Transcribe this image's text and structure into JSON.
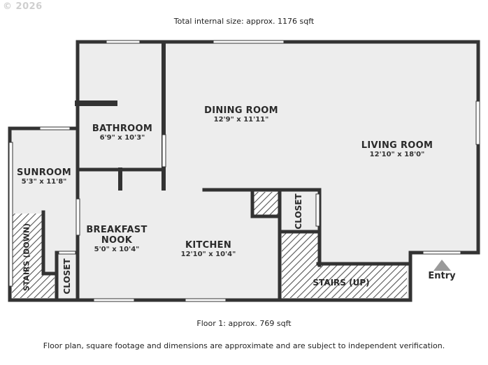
{
  "header": {
    "watermark": "© 2026",
    "total_size": "Total internal size: approx. 1176 sqft"
  },
  "rooms": {
    "dining": {
      "name": "DINING ROOM",
      "dims": "12'9\" x 11'11\""
    },
    "living": {
      "name": "LIVING ROOM",
      "dims": "12'10\" x 18'0\""
    },
    "bathroom": {
      "name": "BATHROOM",
      "dims": "6'9\" x 10'3\""
    },
    "sunroom": {
      "name": "SUNROOM",
      "dims": "5'3\" x 11'8\""
    },
    "breakfast": {
      "name_line1": "BREAKFAST",
      "name_line2": "NOOK",
      "dims": "5'0\" x 10'4\""
    },
    "kitchen": {
      "name": "KITCHEN",
      "dims": "12'10\" x 10'4\""
    },
    "closet_upper": {
      "name": "CLOSET"
    },
    "closet_lower": {
      "name": "CLOSET"
    },
    "stairs_down": {
      "name": "STAIRS (DOWN)"
    },
    "stairs_up": {
      "name": "STAIRS (UP)"
    }
  },
  "entry": {
    "label": "Entry"
  },
  "footer": {
    "floor_size": "Floor 1: approx. 769 sqft",
    "disclaimer": "Floor plan, square footage and dimensions are approximate and are subject to independent verification."
  },
  "colors": {
    "floor": "#ededed",
    "wall": "#333333",
    "window": "#ffffff",
    "hatch": "#555555"
  }
}
